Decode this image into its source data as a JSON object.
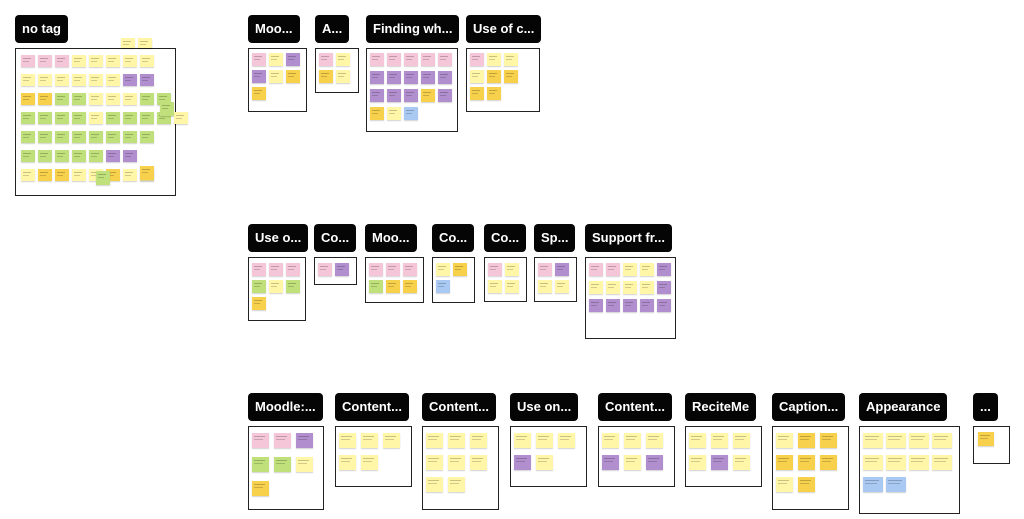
{
  "board": {
    "clusters": [
      {
        "id": "no-tag",
        "label": "no tag"
      },
      {
        "id": "moo-1",
        "label": "Moo..."
      },
      {
        "id": "a",
        "label": "A..."
      },
      {
        "id": "finding",
        "label": "Finding wh..."
      },
      {
        "id": "use-of-c",
        "label": "Use of c..."
      },
      {
        "id": "use-o",
        "label": "Use o..."
      },
      {
        "id": "co-1",
        "label": "Co..."
      },
      {
        "id": "moo-2",
        "label": "Moo..."
      },
      {
        "id": "co-2",
        "label": "Co..."
      },
      {
        "id": "co-3",
        "label": "Co..."
      },
      {
        "id": "sp",
        "label": "Sp..."
      },
      {
        "id": "support",
        "label": "Support fr..."
      },
      {
        "id": "moodle",
        "label": "Moodle:..."
      },
      {
        "id": "content-1",
        "label": "Content..."
      },
      {
        "id": "content-2",
        "label": "Content..."
      },
      {
        "id": "use-on",
        "label": "Use on..."
      },
      {
        "id": "content-3",
        "label": "Content..."
      },
      {
        "id": "reciteme",
        "label": "ReciteMe"
      },
      {
        "id": "caption",
        "label": "Caption..."
      },
      {
        "id": "appearance",
        "label": "Appearance"
      },
      {
        "id": "ellipsis",
        "label": "..."
      }
    ]
  },
  "colors": {
    "tag_bg": "#050505",
    "tag_text": "#ffffff",
    "pink": "#f4c6d7",
    "yellow": "#fff6a8",
    "orange": "#f7d04c",
    "purple": "#b18fce",
    "green": "#bfe07a",
    "blue": "#a9c9f2"
  }
}
